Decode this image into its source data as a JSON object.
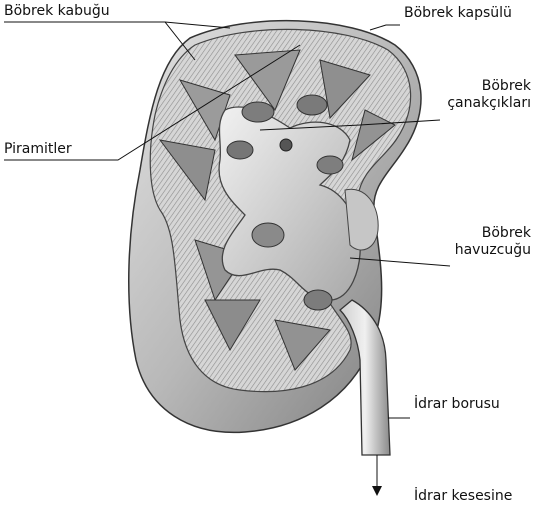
{
  "figure": {
    "labels": {
      "bobrek_kabugu": "Böbrek kabuğu",
      "bobrek_kapsulu": "Böbrek kapsülü",
      "bobrek_canakciklari_line1": "Böbrek",
      "bobrek_canakciklari_line2": "çanakçıkları",
      "piramitler": "Piramitler",
      "bobrek_havuzcugu_line1": "Böbrek",
      "bobrek_havuzcugu_line2": "havuzcuğu",
      "idrar_borusu": "İdrar borusu",
      "idrar_kesesine": "İdrar kesesine"
    },
    "colors": {
      "ink": "#111111",
      "kidney_light": "#e6e6e6",
      "kidney_mid": "#b9b9b9",
      "kidney_dark": "#6f6f6f",
      "cortex": "#d2d2d2"
    }
  }
}
